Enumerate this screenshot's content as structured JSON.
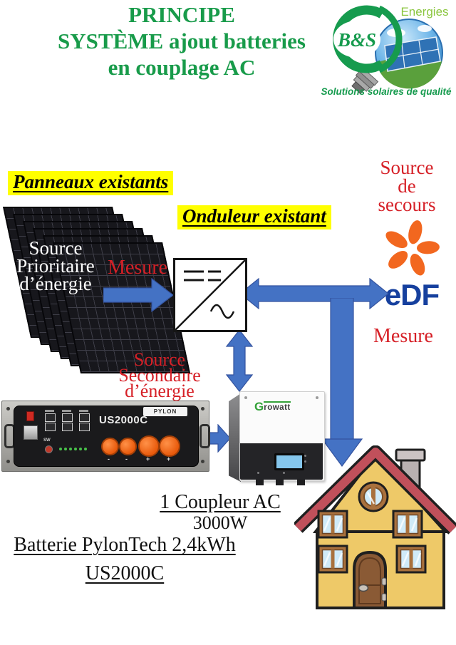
{
  "colors": {
    "title_green": "#189b4a",
    "highlight_yellow": "#ffff00",
    "label_red": "#d62027",
    "arrow_blue": "#4472c4",
    "edf_orange": "#f2671f",
    "edf_blue": "#16409e",
    "house_roof": "#c1505b",
    "house_wall": "#eec968"
  },
  "header": {
    "title_lines": [
      "PRINCIPE",
      "SYSTÈME ajout batteries",
      "en couplage AC"
    ],
    "logo": {
      "badge": "B&S",
      "brand": "Energies",
      "slogan": "Solutions solaires de qualité"
    }
  },
  "diagram": {
    "panneaux_label": "Panneaux existants",
    "onduleur_label": "Onduleur existant",
    "source_secours": [
      "Source",
      "de",
      "secours"
    ],
    "mesure_left": "Mesure",
    "mesure_right": "Mesure",
    "source_prioritaire": [
      "Source",
      "Prioritaire",
      "d’énergie"
    ],
    "source_secondaire": [
      "Source",
      "Secondaire",
      "d’énergie"
    ],
    "edf_text": "eDF",
    "growatt_g": "G",
    "growatt_rest": "rowatt",
    "battery": {
      "model": "US2000C",
      "brand": "PYLON",
      "sw": "SW",
      "polarity": [
        "-",
        "-",
        "+",
        "+"
      ]
    },
    "footer": {
      "coupleur": "1 Coupleur AC",
      "coupleur_power": "3000W",
      "batterie": "Batterie PylonTech 2,4kWh",
      "batterie_model": "US2000C"
    }
  }
}
